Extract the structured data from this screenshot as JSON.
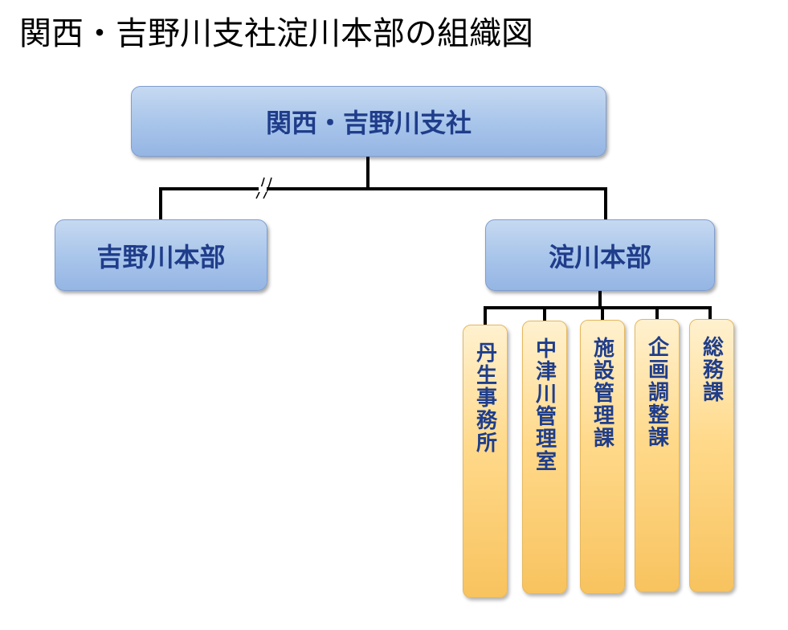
{
  "title": "関西・吉野川支社淀川本部の組織図",
  "org": {
    "root": "関西・吉野川支社",
    "branches": {
      "left": "吉野川本部",
      "right": "淀川本部"
    },
    "sections": [
      "丹生事務所",
      "中津川管理室",
      "施設管理課",
      "企画調整課",
      "総務課"
    ]
  },
  "colors": {
    "blue_box": "#a7c4ea",
    "orange_box": "#ffd98a",
    "label_text": "#1f3d8a",
    "connector": "#000000"
  }
}
